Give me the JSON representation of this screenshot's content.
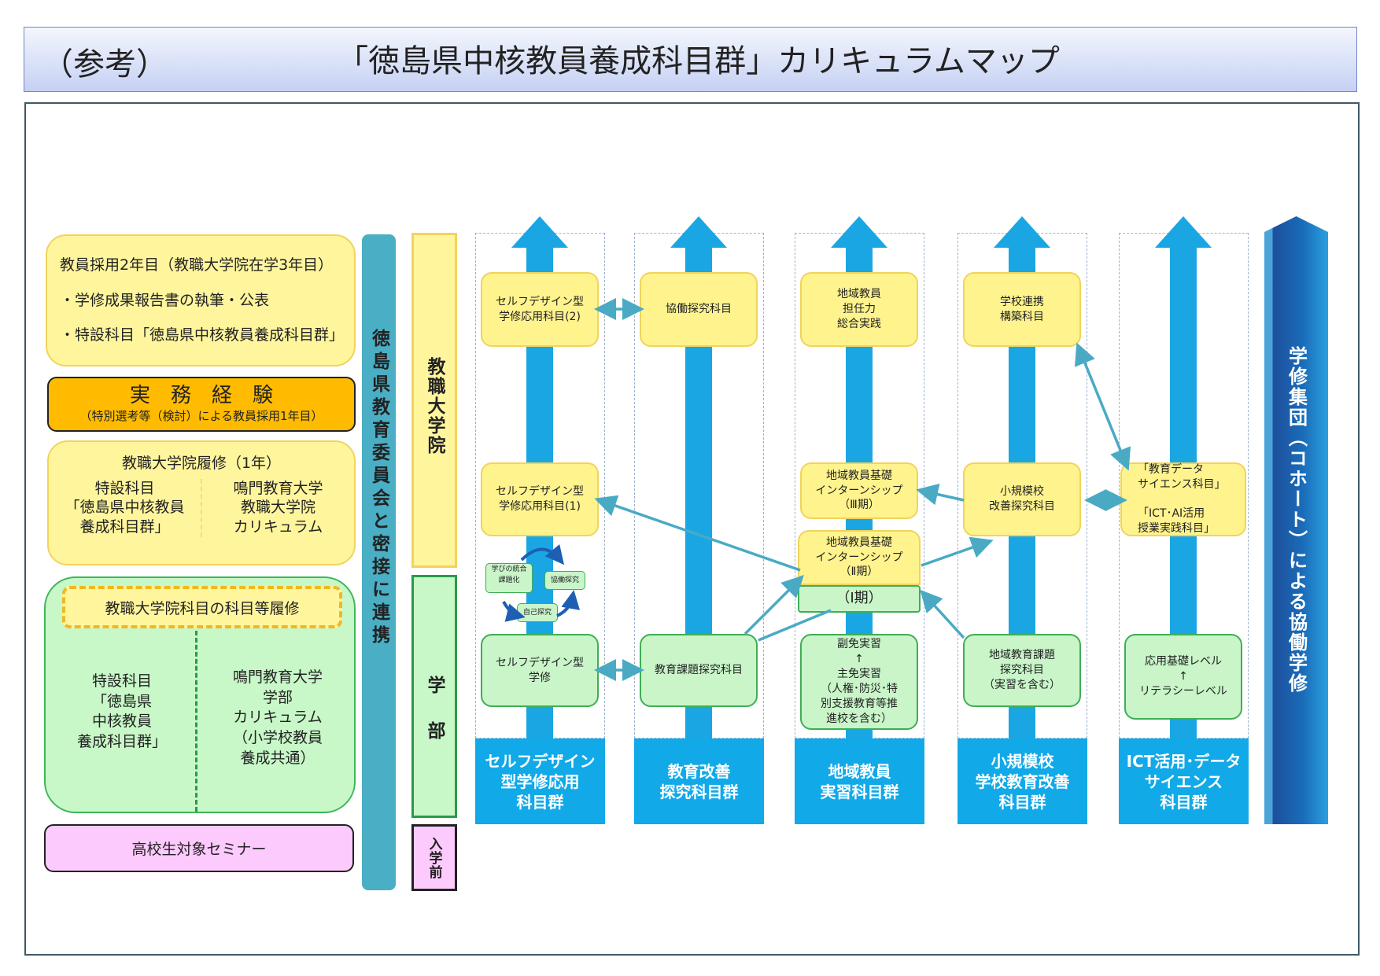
{
  "header": {
    "ref_label": "（参考）",
    "title": "「徳島県中核教員養成科目群」カリキュラムマップ"
  },
  "left": {
    "year2": {
      "heading": "教員採用2年目（教職大学院在学3年目）",
      "item1": "・学修成果報告書の執筆・公表",
      "item2": "・特設科目「徳島県中核教員養成科目群」"
    },
    "practice": {
      "title": "実　務　経　験",
      "sub": "（特別選考等（検討）による教員採用1年目）"
    },
    "grad": {
      "heading": "教職大学院履修（1年）",
      "left": "特設科目\n「徳島県中核教員\n養成科目群」",
      "right": "鳴門教育大学\n教職大学院\nカリキュラム"
    },
    "undergrad": {
      "dashed": "教職大学院科目の科目等履修",
      "left": "特設科目\n「徳島県\n中核教員\n養成科目群」",
      "right": "鳴門教育大学\n学部\nカリキュラム\n（小学校教員\n養成共通）"
    },
    "seminar": "高校生対象セミナー"
  },
  "liaison": "徳島県教育委員会と密接に連携",
  "stages": {
    "grad": "教職大学院",
    "undergrad": "学　部",
    "pre": "入学前"
  },
  "columns": [
    {
      "footer": "セルフデザイン\n型学修応用\n科目群",
      "top": "セルフデザイン型\n学修応用科目(2)",
      "mid": "セルフデザイン型\n学修応用科目(1)",
      "bottom": "セルフデザイン型\n学修",
      "cycle": {
        "a": "学びの統合\n課題化",
        "b": "協働探究",
        "c": "自己探究"
      }
    },
    {
      "footer": "教育改善\n探究科目群",
      "top": "協働探究科目",
      "bottom": "教育課題探究科目"
    },
    {
      "footer": "地域教員\n実習科目群",
      "top": "地域教員\n担任力\n総合実践",
      "mid3": "地域教員基礎\nインターンシップ\n（Ⅲ期）",
      "mid2": "地域教員基礎\nインターンシップ\n（Ⅱ期）",
      "mid1": "（Ⅰ期）",
      "bottom": "副免実習\n↑\n主免実習\n（人権･防災･特\n別支援教育等推\n進校を含む）"
    },
    {
      "footer": "小規模校\n学校教育改善\n科目群",
      "top": "学校連携\n構築科目",
      "mid": "小規模校\n改善探究科目",
      "bottom": "地域教育課題\n探究科目\n（実習を含む）"
    },
    {
      "footer": "ICT活用･データ\nサイエンス\n科目群",
      "mid": "「教育データ\nサイエンス科目」\n\n「ICT･AI活用\n授業実践科目」",
      "bottom": "応用基礎レベル\n↑\nリテラシーレベル"
    }
  ],
  "cohort": "学修集団（コホート）による協働学修",
  "colors": {
    "arrow": "#1aa6e3",
    "connector": "#4aaac4",
    "yellow": "#fff59d",
    "green": "#c8f7c8",
    "orange": "#ffbb00",
    "pink": "#fccafc",
    "teal": "#4aaec4"
  }
}
